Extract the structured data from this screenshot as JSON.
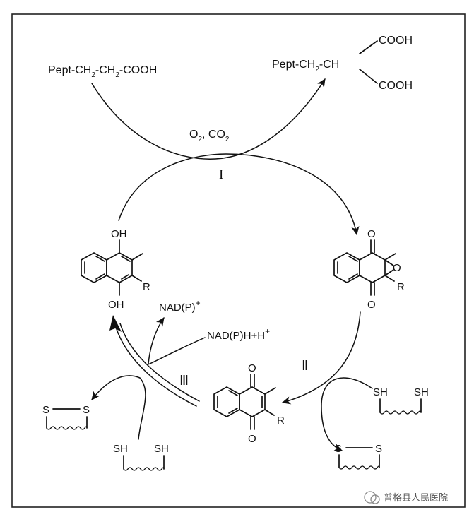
{
  "substrate": {
    "prefix": "Pept-CH",
    "sub1": "2",
    "mid": "-CH",
    "sub2": "2",
    "suffix": "-COOH"
  },
  "product": {
    "prefix": "Pept-CH",
    "sub1": "2",
    "mid": "-CH",
    "cooh_top": "COOH",
    "cooh_bottom": "COOH"
  },
  "cofactors": {
    "o2_main": "O",
    "o2_sub": "2",
    "sep": ", CO",
    "co2_sub": "2"
  },
  "hydroquinone": {
    "oh_top": "OH",
    "oh_bottom": "OH",
    "r": "R"
  },
  "epoxide": {
    "o_top": "O",
    "o_bottom": "O",
    "o_ring": "O",
    "r": "R"
  },
  "quinone": {
    "o_top": "O",
    "o_bottom": "O",
    "r": "R"
  },
  "nadp_plus": {
    "text": "NAD(P)",
    "sup": "+"
  },
  "nadph": {
    "text": "NAD(P)H+H",
    "sup": "+"
  },
  "steps": {
    "step1": "I",
    "step2": "Ⅱ",
    "step3": "Ⅲ"
  },
  "thiols": {
    "sh": "SH",
    "s": "S"
  },
  "watermark": {
    "text": "普格县人民医院"
  }
}
